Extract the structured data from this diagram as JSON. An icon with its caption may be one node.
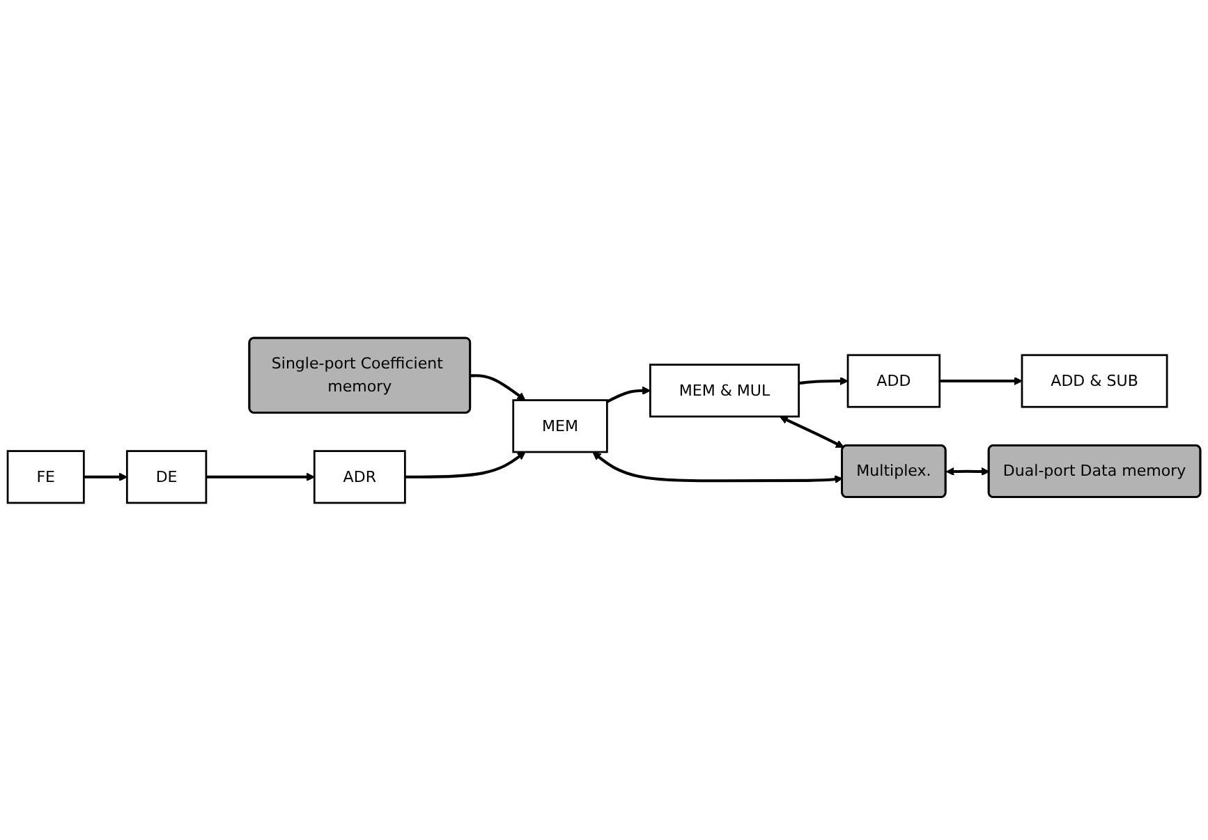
{
  "diagram": {
    "nodes": [
      {
        "text": [
          "Single-port Coefficient memory"
        ]
      },
      {
        "text": [
          "FE"
        ]
      },
      {
        "text": [
          "DE"
        ]
      },
      {
        "text": [
          "ADR"
        ]
      },
      {
        "text": [
          "MEM"
        ]
      },
      {
        "text": [
          "MEM & MUL"
        ]
      },
      {
        "text": [
          "ADD"
        ]
      },
      {
        "text": [
          "ADD & SUB"
        ]
      },
      {
        "text": [
          "Multiplex."
        ]
      },
      {
        "text": [
          "Dual-port Data memory"
        ]
      }
    ],
    "edges": [
      {
        "from": 0,
        "to": 4,
        "arrow": "to"
      },
      {
        "from": 1,
        "to": 2,
        "arrow": "to"
      },
      {
        "from": 2,
        "to": 3,
        "arrow": "to"
      },
      {
        "from": 3,
        "to": 4,
        "arrow": "to"
      },
      {
        "from": 4,
        "to": 5,
        "arrow": "to"
      },
      {
        "from": 5,
        "to": 6,
        "arrow": "to"
      },
      {
        "from": 6,
        "to": 7,
        "arrow": "to"
      },
      {
        "from": 4,
        "to": 8,
        "arrow": "both"
      },
      {
        "from": 5,
        "to": 8,
        "arrow": "both"
      },
      {
        "from": 8,
        "to": 9,
        "arrow": "both"
      }
    ]
  }
}
